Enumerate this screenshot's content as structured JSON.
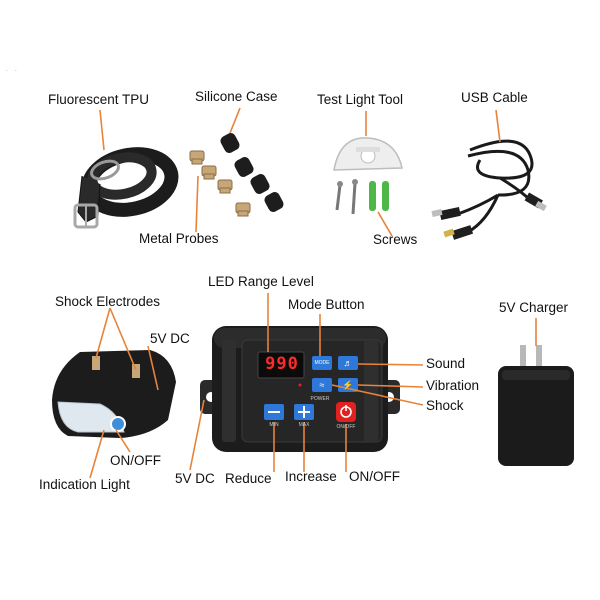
{
  "labels": {
    "fluorescent_tpu": "Fluorescent TPU",
    "silicone_case": "Silicone Case",
    "test_light_tool": "Test Light Tool",
    "usb_cable": "USB Cable",
    "metal_probes": "Metal Probes",
    "screws": "Screws",
    "led_range_level": "LED Range Level",
    "mode_button": "Mode Button",
    "shock_electrodes": "Shock Electrodes",
    "collar_5v_dc": "5V DC",
    "charger": "5V Charger",
    "sound": "Sound",
    "vibration": "Vibration",
    "shock": "Shock",
    "collar_on_off": "ON/OFF",
    "indication_light": "Indication Light",
    "remote_5v_dc": "5V DC",
    "reduce": "Reduce",
    "increase": "Increase",
    "remote_on_off": "ON/OFF"
  },
  "display": {
    "led_value": "990",
    "mode_key_text": "MODE",
    "min_text": "MIN",
    "max_text": "MAX",
    "power_text": "POWER",
    "onoff_text": "ON/OFF"
  },
  "colors": {
    "callout_line": "#e8833a",
    "led_red": "#ff2a2a",
    "button_blue": "#2d78d8",
    "power_red": "#e12020"
  }
}
